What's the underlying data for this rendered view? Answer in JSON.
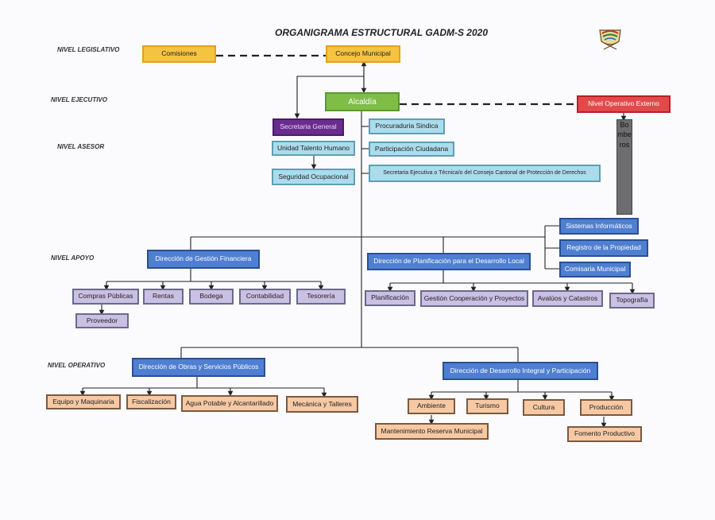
{
  "title": "ORGANIGRAMA ESTRUCTURAL GADM-S 2020",
  "levels": {
    "legislativo": "NIVEL LEGISLATIVO",
    "ejecutivo": "NIVEL EJECUTIVO",
    "asesor": "NIVEL ASESOR",
    "apoyo": "NIVEL APOYO",
    "operativo": "NIVEL OPERATIVO"
  },
  "nodes": {
    "comisiones": "Comisiones",
    "concejo": "Concejo Municipal",
    "alcaldia": "Alcaldía",
    "nivel_operativo_externo": "Nivel Operativo Externo",
    "bomberos": "Bomberos",
    "secretaria_general": "Secretaria General",
    "procuraduria": "Procuraduria Sindica",
    "talento_humano": "Unidad Talento Humano",
    "participacion": "Participación Ciudadana",
    "seguridad": "Seguridad Ocupacional",
    "secretaria_ejecutiva": "Secretaria Ejecutiva o Técnica/o del Consejo Cantonal de Protección de Derechos",
    "sistemas": "Sistemas Informáticos",
    "registro": "Registro de la Propiedad",
    "comisaria": "Comisaria Municipal",
    "dir_financiera": "Dirección de Gestión Financiera",
    "dir_planificacion": "Dirección de Planificación para el Desarrollo Local",
    "compras": "Compras Públicas",
    "rentas": "Rentas",
    "bodega": "Bodega",
    "contabilidad": "Contabilidad",
    "tesoreria": "Tesorería",
    "proveedor": "Proveedor",
    "planificacion": "Planificación",
    "gestion_cooperacion": "Gestión Cooperación y Proyectos",
    "avaluos": "Avalúos y Catastros",
    "topografia": "Topografía",
    "dir_obras": "Dirección de Obras y Servicios Públicos",
    "dir_desarrollo": "Dirección de Desarrollo Integral y Participación",
    "equipo": "Equipo y Maquinaria",
    "fiscalizacion": "Fiscalización",
    "agua": "Agua Potable y Alcantarillado",
    "mecanica": "Mecánica y Talleres",
    "ambiente": "Ambiente",
    "turismo": "Turismo",
    "cultura": "Cultura",
    "produccion": "Producción",
    "mantenimiento": "Mantenimiento Reserva Municipal",
    "fomento": "Fomento Productivo"
  },
  "colors": {
    "legislativo": "#f5c342",
    "alcaldia": "#7fbd46",
    "externo": "#e24a4a",
    "secretaria": "#6a2d8e",
    "asesor": "#acdcec",
    "direccion": "#4f7fd0",
    "apoyo_unidades": "#c9c0e4",
    "operativo_unidades": "#f6c9a4",
    "bomberos": "#6d6d6d"
  }
}
